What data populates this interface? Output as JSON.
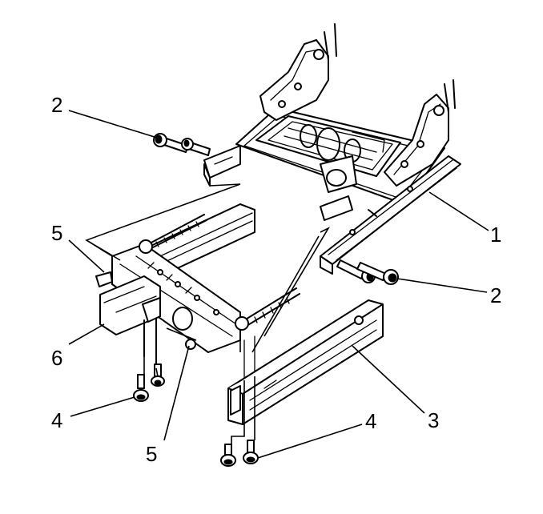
{
  "callouts": [
    {
      "id": "c1",
      "label": "1"
    },
    {
      "id": "c2a",
      "label": "2"
    },
    {
      "id": "c2b",
      "label": "2"
    },
    {
      "id": "c3",
      "label": "3"
    },
    {
      "id": "c4a",
      "label": "4"
    },
    {
      "id": "c4b",
      "label": "4"
    },
    {
      "id": "c5a",
      "label": "5"
    },
    {
      "id": "c5b",
      "label": "5"
    },
    {
      "id": "c6",
      "label": "6"
    }
  ]
}
